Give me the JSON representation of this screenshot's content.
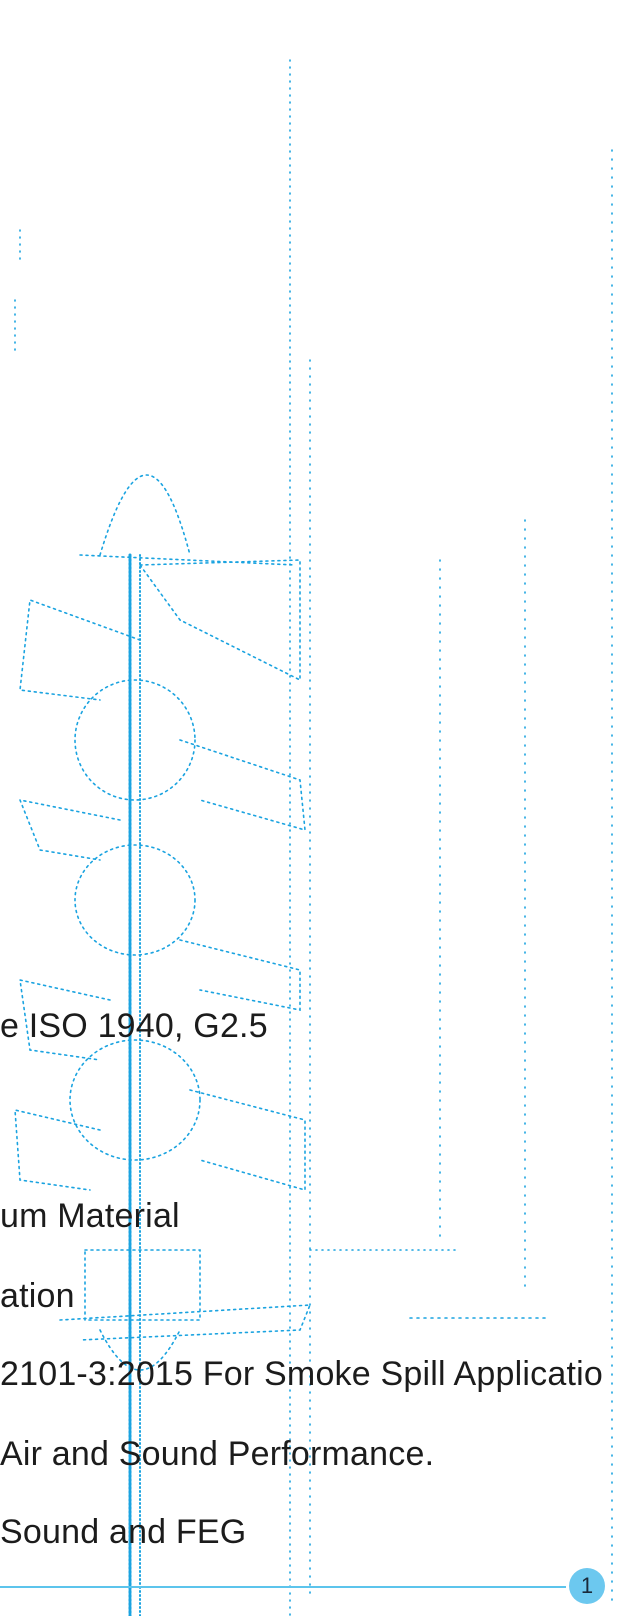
{
  "document": {
    "lines": [
      "e ISO 1940, G2.5",
      "um Material",
      "ation",
      "2101-3:2015 For Smoke Spill Applicatio",
      "Air and Sound Performance.",
      " Sound and FEG"
    ]
  },
  "footer": {
    "page_number": "1"
  },
  "colors": {
    "drawing": "#1aa3e0",
    "rule": "#5cc4ec",
    "badge": "#6cc8ef",
    "text": "#1c1c1c"
  },
  "icons": {
    "background": "fan-impeller-drawing-icon"
  }
}
